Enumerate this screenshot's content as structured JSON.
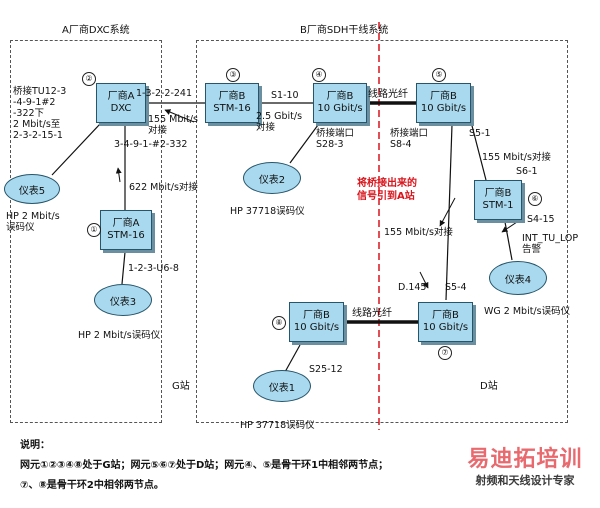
{
  "regions": {
    "a_system_title": "A厂商DXC系统",
    "b_system_title": "B厂商SDH干线系统",
    "g_station": "G站",
    "d_station": "D站"
  },
  "nodes": {
    "n1": {
      "num": "①",
      "line1": "厂商A",
      "line2": "STM-16"
    },
    "n2": {
      "num": "②",
      "line1": "厂商A",
      "line2": "DXC"
    },
    "n3": {
      "num": "③",
      "line1": "厂商B",
      "line2": "STM-16"
    },
    "n4": {
      "num": "④",
      "line1": "厂商B",
      "line2": "10 Gbit/s"
    },
    "n5": {
      "num": "⑤",
      "line1": "厂商B",
      "line2": "10 Gbit/s"
    },
    "n6": {
      "num": "⑥",
      "line1": "厂商B",
      "line2": "STM-1"
    },
    "n7": {
      "num": "⑦",
      "line1": "厂商B",
      "line2": "10 Gbit/s"
    },
    "n8": {
      "num": "⑧",
      "line1": "厂商B",
      "line2": "10 Gbit/s"
    }
  },
  "meters": {
    "m1": "仪表1",
    "m2": "仪表2",
    "m3": "仪表3",
    "m4": "仪表4",
    "m5": "仪表5"
  },
  "labels": {
    "bridge_tu12": "桥接TU12-3\n-4-9-1#2\n-322下\n2 Mbit/s至\n2-3-2-15-1",
    "port_3_2_2_241": "1-3-2-2-241",
    "link_155_xconnect": "155 Mbit/s\n对接",
    "port_3_4_9_1": "3-4-9-1-#2-332",
    "link_622": "622 Mbit/s对接",
    "meter5_desc": "HP 2 Mbit/s\n误码仪",
    "port_1_2_3_u6_8": "1-2-3-U6-8",
    "meter3_desc": "HP 2 Mbit/s误码仪",
    "link_s1_10": "S1-10",
    "link_25g_xconnect": "2.5 Gbit/s\n对接",
    "line_fiber_top": "线路光纤",
    "bridge_port_n4": "桥接端口\nS28-3",
    "meter2_desc": "HP 37718误码仪",
    "bridge_port_n5": "桥接端口\nS8-4",
    "s5_1": "S5-1",
    "link_155_right": "155 Mbit/s对接",
    "s6_1": "S6-1",
    "red_note": "将桥接出来的\n信号引到A站",
    "s4_15": "S4-15",
    "int_tu_lop": "INT_TU_LOP\n告警",
    "link_155_lower": "155 Mbit/s对接",
    "meter4_desc": "WG 2 Mbit/s误码仪",
    "d145": "D.145",
    "s5_4": "S5-4",
    "line_fiber_bottom": "线路光纤",
    "s25_12": "S25-12",
    "meter1_desc": "HP 37718误码仪"
  },
  "notes": {
    "title": "说明：",
    "line1": "网元①②③④⑧处于G站；网元⑤⑥⑦处于D站；网元④、⑤是骨干环1中相邻两节点；",
    "line2": "⑦、⑧是骨干环2中相邻两节点。"
  },
  "watermark": {
    "line1": "易迪拓培训",
    "line2": "射频和天线设计专家"
  },
  "colors": {
    "node_fill": "#a9d9ee",
    "divider_red": "#d9141b",
    "watermark_red": "#e8696e"
  }
}
